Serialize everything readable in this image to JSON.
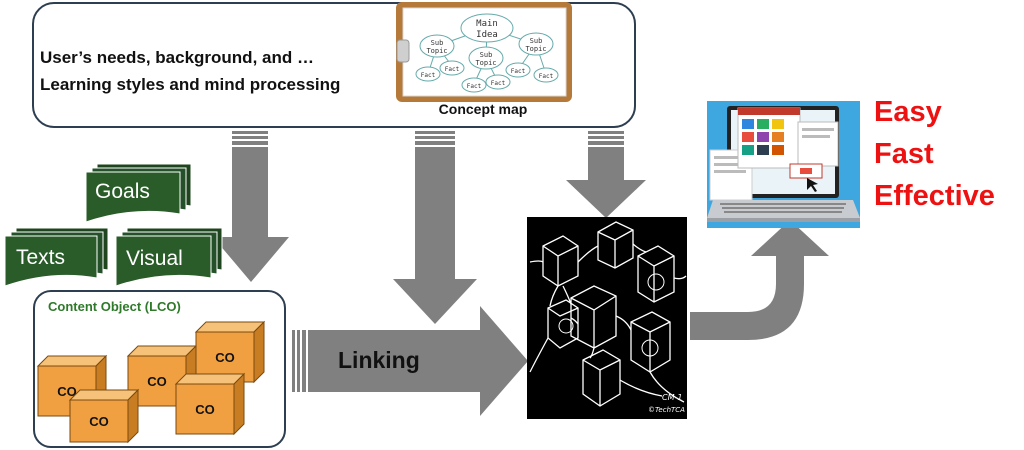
{
  "needs": {
    "line1": "User’s needs, background, and …",
    "line2": "Learning styles and mind processing"
  },
  "concept_map": {
    "label": "Concept map",
    "main_idea": "Main Idea",
    "subtopic": [
      "Sub",
      "Topic"
    ],
    "fact": "Fact"
  },
  "inputs": {
    "goals": "Goals",
    "texts": "Texts",
    "visual": "Visual"
  },
  "content_object": {
    "title": "Content Object (LCO)",
    "cube_label": "CO"
  },
  "linking_label": "Linking",
  "sketch_caption": [
    "CM-1",
    "©TechTCA"
  ],
  "results": [
    "Easy",
    "Fast",
    "Effective"
  ],
  "colors": {
    "arrow": "#808080",
    "doc": "#2a5c2a",
    "cube": "#f0a040",
    "result": "#ee1111",
    "border": "#2d3e50"
  }
}
